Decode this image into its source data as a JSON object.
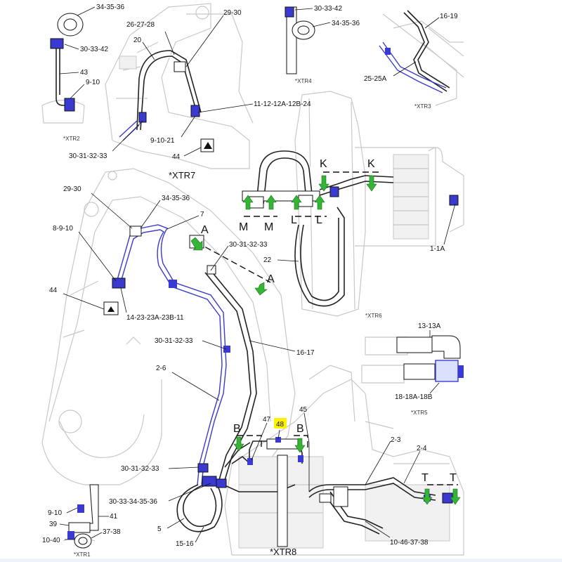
{
  "colors": {
    "hose_blue": "#3a3ad0",
    "flow_arrow_green": "#35b535",
    "highlight_yellow": "#fff200",
    "ghost_gray": "#c8c8c8"
  },
  "detail_views": {
    "xtr1": "*XTR1",
    "xtr2": "*XTR2",
    "xtr3": "*XTR3",
    "xtr4": "*XTR4",
    "xtr5": "*XTR5",
    "xtr6": "*XTR6",
    "xtr7": "*XTR7",
    "xtr8": "*XTR8"
  },
  "callouts": {
    "c_34_35_36_a": "34-35-36",
    "c_30_33_42_a": "30-33-42",
    "c_43": "43",
    "c_9_10_a": "9-10",
    "c_26_27_28": "26-27-28",
    "c_29_30_a": "29-30",
    "c_20": "20",
    "c_11_12": "11-12-12A-12B-24",
    "c_9_10_21": "9-10-21",
    "c_30_31_32_33_a": "30-31-32-33",
    "c_44_a": "44",
    "c_30_33_42_b": "30-33-42",
    "c_34_35_36_b": "34-35-36",
    "c_16_19": "16-19",
    "c_25_25a": "25-25A",
    "c_29_30_b": "29-30",
    "c_34_35_36_c": "34-35-36",
    "c_7": "7",
    "c_8_9_10": "8-9-10",
    "c_30_31_32_33_b": "30-31-32-33",
    "c_44_b": "44",
    "c_14_23": "14-23-23A-23B-11",
    "c_30_31_32_33_c": "30-31-32-33",
    "c_16_17": "16-17",
    "c_2_6": "2-6",
    "c_22": "22",
    "c_1_1a": "1-1A",
    "c_13_13a": "13-13A",
    "c_18_18a": "18-18A-18B",
    "c_47": "47",
    "c_48": "48",
    "c_45": "45",
    "c_2_3": "2-3",
    "c_2_4": "2-4",
    "c_30_31_32_33_d": "30-31-32-33",
    "c_30_33_34": "30-33-34-35-36",
    "c_5": "5",
    "c_15_16": "15-16",
    "c_10_46_37_38": "10-46-37-38",
    "c_9_10_b": "9-10",
    "c_41": "41",
    "c_39": "39",
    "c_37_38": "37-38",
    "c_10_40": "10-40"
  },
  "section_markers": {
    "k1": "K",
    "k2": "K",
    "l1": "L",
    "l2": "L",
    "m1": "M",
    "m2": "M",
    "a1": "A",
    "a2": "A",
    "b1": "B",
    "b2": "B",
    "t1": "T",
    "t2": "T"
  }
}
